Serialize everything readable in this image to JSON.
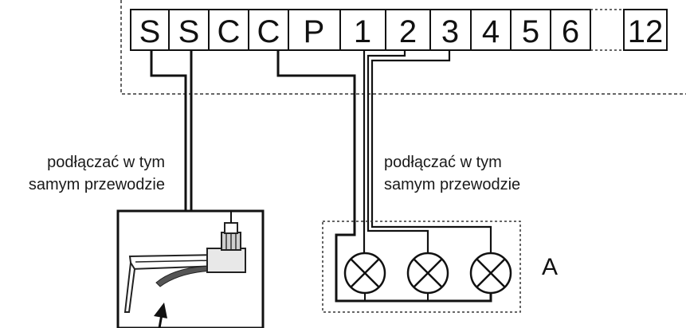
{
  "terminals": [
    "S",
    "S",
    "C",
    "C",
    "P",
    "1",
    "2",
    "3",
    "4",
    "5",
    "6",
    "12"
  ],
  "notes": {
    "left_line1": "podłączać w tym",
    "left_line2": "samym przewodzie",
    "right_line1": "podłączać w tym",
    "right_line2": "samym przewodzie"
  },
  "valve_group_label": "A",
  "colors": {
    "line": "#111111",
    "dashed": "#333333",
    "background": "#ffffff"
  }
}
